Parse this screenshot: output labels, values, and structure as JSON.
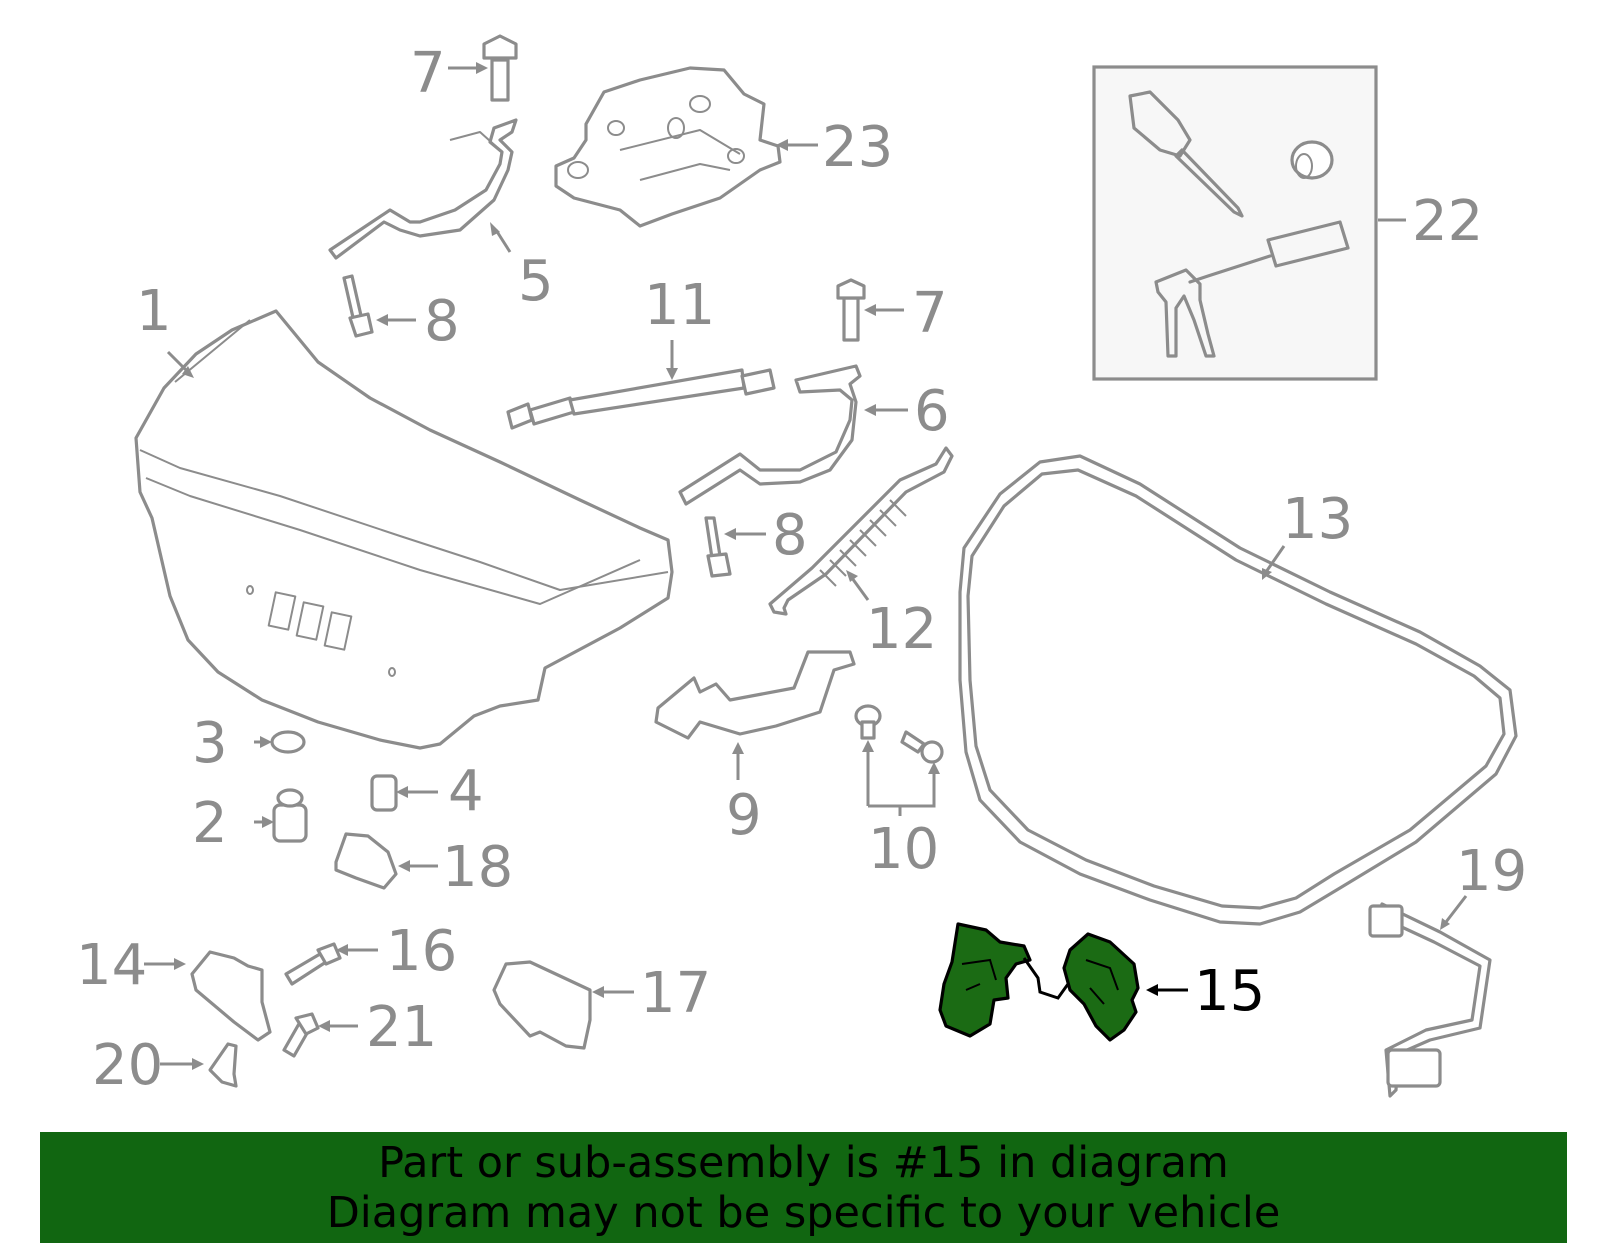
{
  "diagram": {
    "callouts": [
      "1",
      "2",
      "3",
      "4",
      "5",
      "6",
      "7",
      "7",
      "8",
      "8",
      "9",
      "10",
      "11",
      "12",
      "13",
      "14",
      "15",
      "16",
      "17",
      "18",
      "19",
      "20",
      "21",
      "22",
      "23"
    ],
    "highlighted_part": "15",
    "colors": {
      "part_outline": "#8c8c8c",
      "highlight_fill": "#1b6b14",
      "banner_bg": "#116611",
      "text": "#000000"
    }
  },
  "banner": {
    "line1": "Part or sub-assembly is #15 in diagram",
    "line2": "Diagram may not be specific to your vehicle"
  }
}
